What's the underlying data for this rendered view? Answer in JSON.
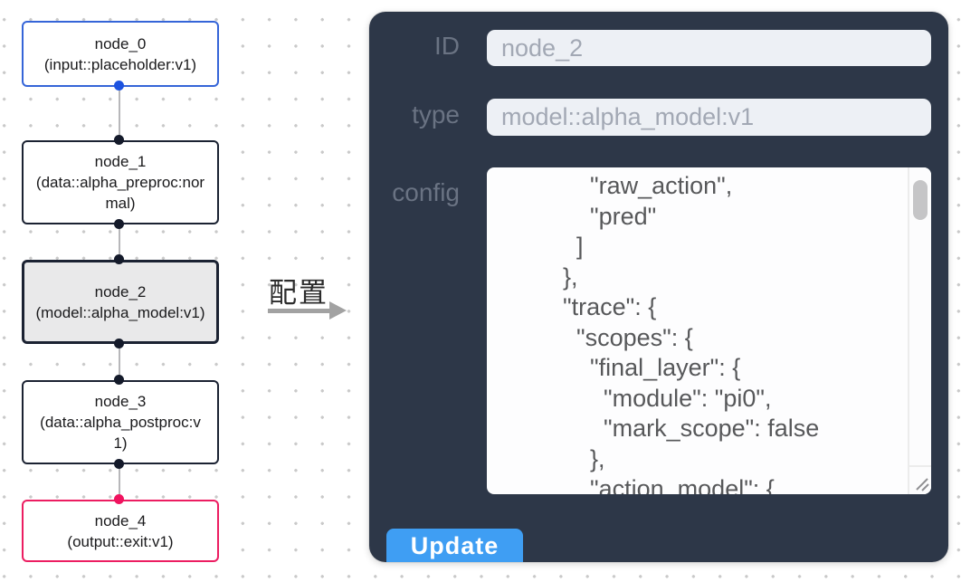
{
  "canvas": {
    "nodes": [
      {
        "title": "node_0",
        "type_label": "(input::placeholder:v1)",
        "variant": "input"
      },
      {
        "title": "node_1",
        "type_label": "(data::alpha_preproc:normal)",
        "variant": "default"
      },
      {
        "title": "node_2",
        "type_label": "(model::alpha_model:v1)",
        "variant": "selected"
      },
      {
        "title": "node_3",
        "type_label": "(data::alpha_postproc:v1)",
        "variant": "default"
      },
      {
        "title": "node_4",
        "type_label": "(output::exit:v1)",
        "variant": "output"
      }
    ]
  },
  "transition": {
    "label": "配置",
    "arrow_icon": "right-arrow"
  },
  "config_panel": {
    "id_field": {
      "label": "ID",
      "value": "node_2"
    },
    "type_field": {
      "label": "type",
      "value": "model::alpha_model:v1"
    },
    "config_field": {
      "label": "config",
      "value": "            \"raw_action\",\n            \"pred\"\n          ]\n        },\n        \"trace\": {\n          \"scopes\": {\n            \"final_layer\": {\n              \"module\": \"pi0\",\n              \"mark_scope\": false\n            },\n            \"action_model\": {"
    },
    "update_button_label": "Update"
  },
  "colors": {
    "panel_bg": "#2d3748",
    "button_blue": "#3f9ef3",
    "input_node_border": "#3565d8",
    "output_node_border": "#ec1d61",
    "default_node_border": "#1b2232",
    "selected_node_fill": "#e9e9ea",
    "port_blue": "#1d53e0",
    "port_dark": "#141a2a",
    "port_pink": "#f0135f",
    "field_bg": "#edf0f5"
  }
}
